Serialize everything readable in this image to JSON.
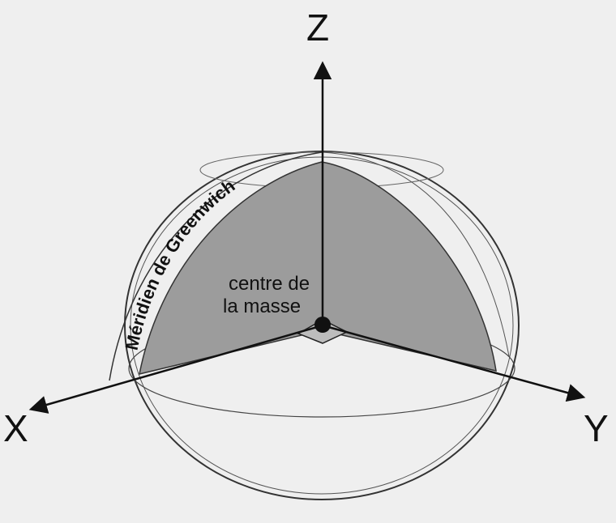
{
  "axes": {
    "z": "Z",
    "x": "X",
    "y": "Y"
  },
  "meridian_label": "Méridien de Greenwich",
  "centre_label_line1": "centre de",
  "centre_label_line2": "la masse",
  "colors": {
    "octant_fill": "#9c9c9c",
    "line": "#222222",
    "background": "#efefef"
  }
}
